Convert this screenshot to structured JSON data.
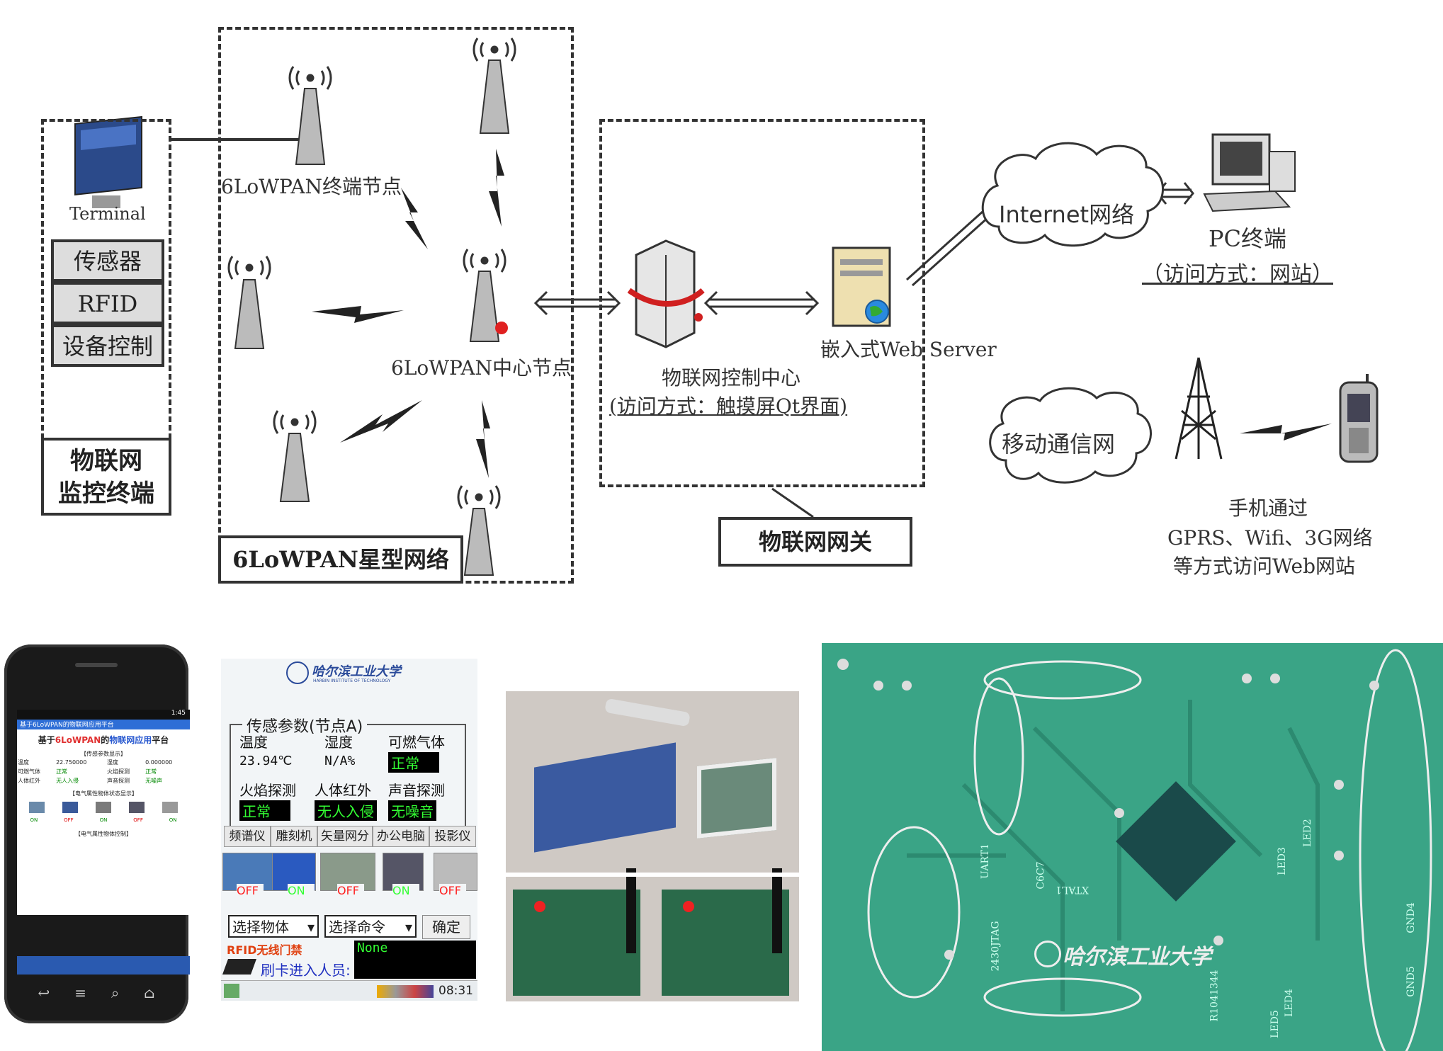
{
  "diagram": {
    "terminal_label": "Terminal",
    "left_items": [
      "传感器",
      "RFID",
      "设备控制"
    ],
    "monitor_label_line1": "物联网",
    "monitor_label_line2": "监控终端",
    "end_node_label": "6LoWPAN终端节点",
    "center_node_label": "6LoWPAN中心节点",
    "star_network_label": "6LoWPAN星型网络",
    "control_center_label": "物联网控制中心",
    "control_center_access": "(访问方式：触摸屏Qt界面)",
    "web_server_label": "嵌入式Web Server",
    "gateway_label": "物联网网关",
    "internet_label": "Internet网络",
    "pc_label": "PC终端",
    "pc_access": "（访问方式：网站）",
    "mobile_net_label": "移动通信网",
    "phone_note_line1": "手机通过",
    "phone_note_line2": "GPRS、Wifi、3G网络",
    "phone_note_line3": "等方式访问Web网站"
  },
  "phone_screen": {
    "status_time": "1:45",
    "title_bar": "基于6LoWPAN的物联网应用平台",
    "header_text_1": "基于",
    "header_text_2": "6LoWPAN",
    "header_text_3": "的",
    "header_text_4": "物联网应用",
    "header_text_5": "平台",
    "sensor_section": "【传感参数显示】",
    "rows": [
      [
        "温度",
        "22.750000",
        "湿度",
        "0.000000"
      ],
      [
        "可燃气体",
        "正常",
        "火焰探测",
        "正常"
      ],
      [
        "人体红外",
        "无人入侵",
        "声音探测",
        "无噪声"
      ]
    ],
    "device_section": "【电气属性物体状态显示】",
    "device_states": [
      "ON",
      "OFF",
      "ON",
      "OFF",
      "ON"
    ],
    "control_section": "【电气属性物体控制】"
  },
  "qt_panel": {
    "university": "哈尔滨工业大学",
    "university_en": "HARBIN INSTITUTE OF TECHNOLOGY",
    "group_title": "传感参数(节点A)",
    "temp_label": "温度",
    "humidity_label": "湿度",
    "gas_label": "可燃气体",
    "temp_value": "23.94℃",
    "humidity_value": "N/A%",
    "gas_value": "正常",
    "flame_label": "火焰探测",
    "ir_label": "人体红外",
    "sound_label": "声音探测",
    "flame_value": "正常",
    "ir_value": "无人入侵",
    "sound_value": "无噪音",
    "tabs": [
      "频谱仪",
      "雕刻机",
      "矢量网分",
      "办公电脑",
      "投影仪"
    ],
    "switches": [
      "OFF",
      "ON",
      "OFF",
      "ON",
      "OFF"
    ],
    "select_object": "选择物体",
    "select_command": "选择命令",
    "confirm": "确定",
    "rfid_title": "RFID无线门禁",
    "card_label": "刷卡进入人员:",
    "card_value": "None",
    "clock": "08:31"
  },
  "pcb": {
    "university": "哈尔滨工业大学",
    "labels": [
      "UART1",
      "LED3",
      "LED2",
      "LED4",
      "LED5",
      "GND4",
      "GND5",
      "XTAL1",
      "C6C7",
      "R1041344",
      "2430JTAG"
    ]
  },
  "colors": {
    "line": "#333333",
    "pcb_green": "#3aa486",
    "on_green": "#33ff33",
    "off_red": "#ff2020"
  }
}
